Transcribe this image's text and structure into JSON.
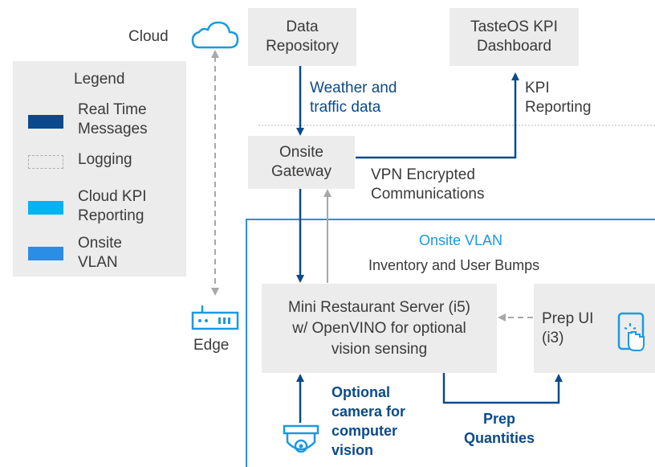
{
  "cloud": {
    "label": "Cloud",
    "icon": "cloud-icon"
  },
  "edge": {
    "label": "Edge",
    "icon": "router-icon"
  },
  "legend": {
    "title": "Legend",
    "items": [
      {
        "label": "Real Time\nMessages",
        "color": "#0a4a8a",
        "style": "solid"
      },
      {
        "label": "Logging",
        "color": "#9a9a9a",
        "style": "dashed"
      },
      {
        "label": "Cloud KPI\nReporting",
        "color": "#00b4f0",
        "style": "solid"
      },
      {
        "label": "Onsite\nVLAN",
        "color": "#2b8de6",
        "style": "solid"
      }
    ]
  },
  "nodes": {
    "data_repository": "Data\nRepository",
    "kpi_dashboard": "TasteOS KPI\nDashboard",
    "onsite_gateway": "Onsite\nGateway",
    "mini_server": "Mini Restaurant Server (i5)\nw/ OpenVINO for optional\nvision sensing",
    "prep_ui": "Prep UI\n(i3)"
  },
  "labels": {
    "weather": "Weather and\ntraffic data",
    "kpi_reporting": "KPI\nReporting",
    "vpn": "VPN Encrypted\nCommunications",
    "onsite_vlan": "Onsite VLAN",
    "inventory": "Inventory and User Bumps",
    "camera": "Optional\ncamera for\ncomputer\nvision",
    "prep_quantities": "Prep\nQuantities"
  },
  "icons": {
    "camera": "security-camera-icon",
    "tablet": "tablet-touch-icon"
  },
  "colors": {
    "navy": "#0a4a8a",
    "cloud_blue": "#1a9ae0",
    "vlan": "#2b8de6",
    "box": "#ececec",
    "gray": "#9a9a9a"
  }
}
